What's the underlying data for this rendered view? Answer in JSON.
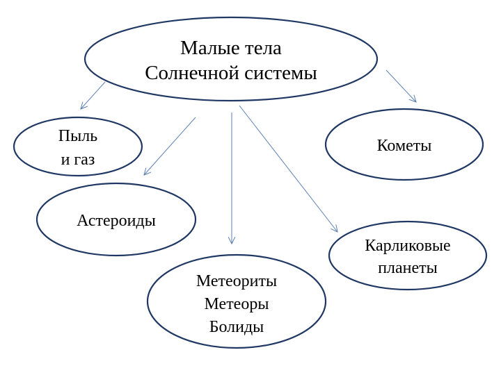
{
  "diagram": {
    "root": {
      "line1": "Малые тела",
      "line2": "Солнечной системы"
    },
    "dust_gas": {
      "line1": "Пыль",
      "line2": "и газ"
    },
    "asteroids": {
      "label": "Астероиды"
    },
    "meteors": {
      "line1": "Метеориты",
      "line2": "Метеоры",
      "line3": "Болиды"
    },
    "comets": {
      "label": "Кометы"
    },
    "dwarf_planets": {
      "line1": "Карликовые",
      "line2": "планеты"
    }
  }
}
